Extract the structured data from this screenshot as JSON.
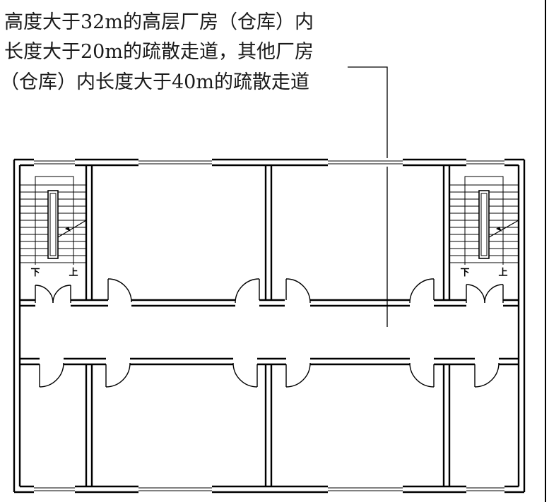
{
  "annotation": {
    "lines": [
      "高度大于32m的高层厂房（仓库）内",
      "长度大于20m的疏散走道，其他厂房",
      "（仓库）内长度大于40m的疏散走道"
    ]
  },
  "stairs": {
    "left": {
      "label_down": "下",
      "label_up": "上"
    },
    "right": {
      "label_down": "下",
      "label_up": "上"
    }
  },
  "colors": {
    "line": "#000000",
    "background": "#ffffff"
  }
}
